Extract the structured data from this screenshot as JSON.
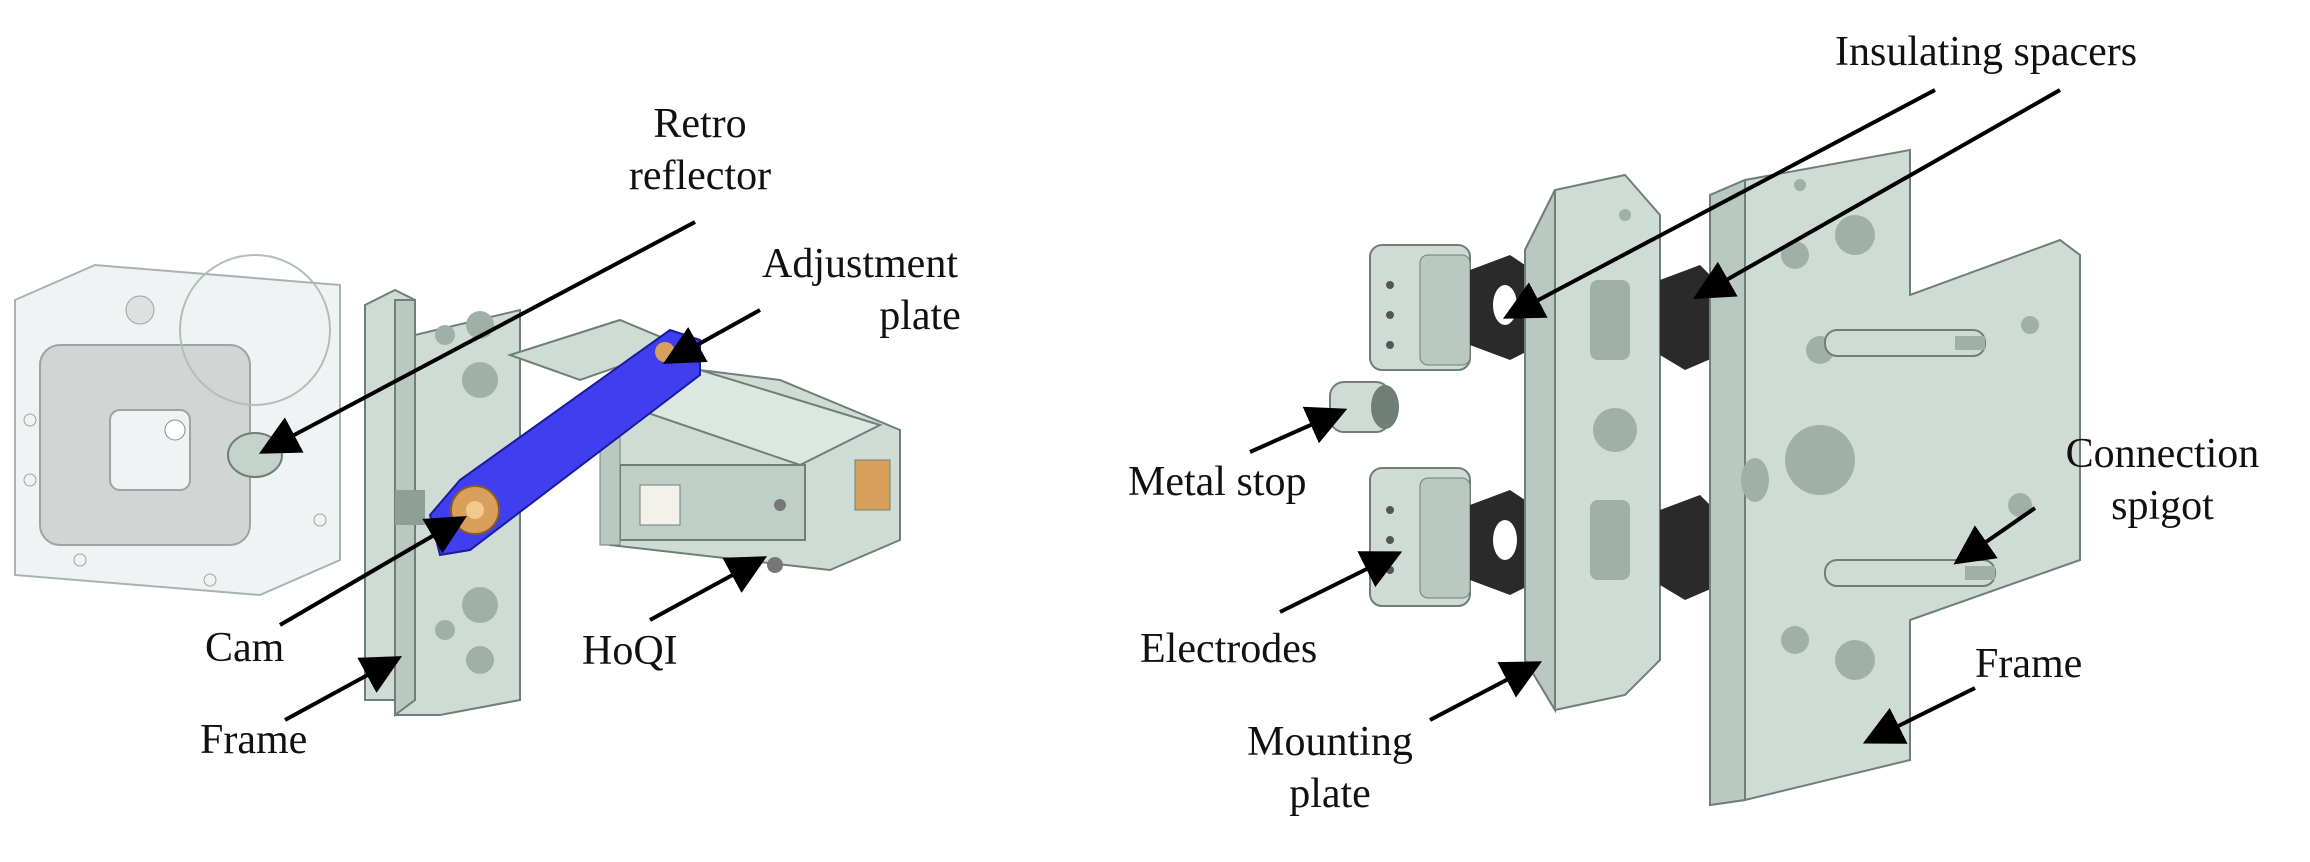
{
  "colors": {
    "metal": "#cfdcd6",
    "metal_dark": "#b9c9c2",
    "metal_edge": "#6f7f78",
    "adjust_plate": "#3f3ff0",
    "cam": "#d8a05a",
    "spacer": "#2a2a2a",
    "ghost_block": "#e6ecea",
    "arrow": "#000000"
  },
  "left_panel": {
    "labels": {
      "retro_1": "Retro",
      "retro_2": "reflector",
      "adjust_1": "Adjustment",
      "adjust_2": "plate",
      "cam": "Cam",
      "frame": "Frame",
      "hoqi": "HoQI"
    }
  },
  "right_panel": {
    "labels": {
      "insulating": "Insulating spacers",
      "metal_stop": "Metal stop",
      "connection_1": "Connection",
      "connection_2": "spigot",
      "electrodes": "Electrodes",
      "frame": "Frame",
      "mounting_1": "Mounting",
      "mounting_2": "plate"
    }
  }
}
